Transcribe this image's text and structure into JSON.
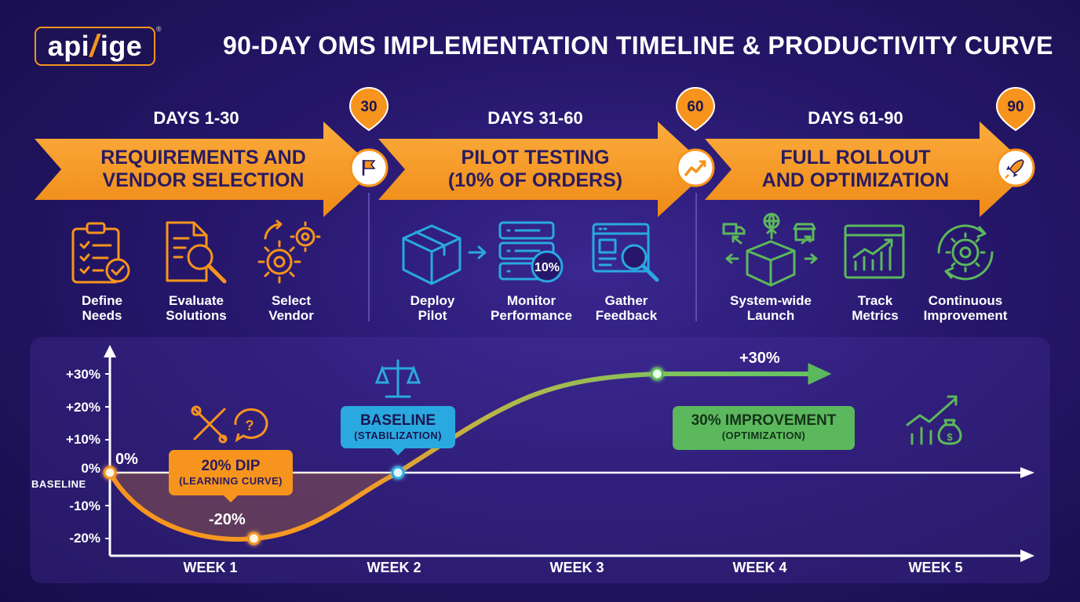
{
  "brand": {
    "logo_left": "api",
    "logo_right": "ige",
    "logo_mark": "®"
  },
  "title": "90-DAY OMS IMPLEMENTATION TIMELINE & PRODUCTIVITY CURVE",
  "colors": {
    "orange": "#f7941d",
    "blue": "#29a9e0",
    "green": "#5cb85c",
    "background": "#26176b",
    "text_dark": "#2a1b60"
  },
  "phases": [
    {
      "label": "DAYS 1-30",
      "arrow_line1": "REQUIREMENTS AND",
      "arrow_line2": "VENDOR SELECTION",
      "milestone": "30",
      "milestone_icon": "flag-icon",
      "steps": [
        {
          "icon": "checklist-icon",
          "line1": "Define",
          "line2": "Needs"
        },
        {
          "icon": "document-search-icon",
          "line1": "Evaluate",
          "line2": "Solutions"
        },
        {
          "icon": "gears-icon",
          "line1": "Select",
          "line2": "Vendor"
        }
      ]
    },
    {
      "label": "DAYS 31-60",
      "arrow_line1": "PILOT TESTING",
      "arrow_line2": "(10% OF ORDERS)",
      "milestone": "60",
      "milestone_icon": "trend-up-icon",
      "steps": [
        {
          "icon": "box-icon",
          "line1": "Deploy",
          "line2": "Pilot"
        },
        {
          "icon": "server-icon",
          "line1": "Monitor",
          "line2": "Performance",
          "badge": "10%"
        },
        {
          "icon": "browser-search-icon",
          "line1": "Gather",
          "line2": "Feedback"
        }
      ]
    },
    {
      "label": "DAYS 61-90",
      "arrow_line1": "FULL ROLLOUT",
      "arrow_line2": "AND OPTIMIZATION",
      "milestone": "90",
      "milestone_icon": "rocket-icon",
      "steps": [
        {
          "icon": "distribution-icon",
          "line1": "System-wide",
          "line2": "Launch"
        },
        {
          "icon": "metrics-chart-icon",
          "line1": "Track",
          "line2": "Metrics"
        },
        {
          "icon": "cycle-gear-icon",
          "line1": "Continuous",
          "line2": "Improvement"
        }
      ]
    }
  ],
  "chart_data": {
    "type": "line",
    "categories": [
      "WEEK 1",
      "WEEK 2",
      "WEEK 3",
      "WEEK 4",
      "WEEK 5"
    ],
    "y_ticks": [
      "+30%",
      "+20%",
      "+10%",
      "0%",
      "-10%",
      "-20%"
    ],
    "ylim": [
      -20,
      30
    ],
    "baseline_label": "BASELINE",
    "points": [
      {
        "x": 0,
        "y": 0,
        "label": "0%"
      },
      {
        "x": 1,
        "y": -20,
        "label": "-20%"
      },
      {
        "x": 2,
        "y": 0,
        "label": ""
      },
      {
        "x": 3.8,
        "y": 30,
        "label": "+30%"
      },
      {
        "x": 5,
        "y": 30,
        "label": ""
      }
    ],
    "annotations": [
      {
        "main": "20% DIP",
        "sub": "(LEARNING CURVE)",
        "color": "#f7941d"
      },
      {
        "main": "BASELINE",
        "sub": "(STABILIZATION)",
        "color": "#29a9e0"
      },
      {
        "main": "30% IMPROVEMENT",
        "sub": "(OPTIMIZATION)",
        "color": "#5cb85c"
      }
    ]
  }
}
